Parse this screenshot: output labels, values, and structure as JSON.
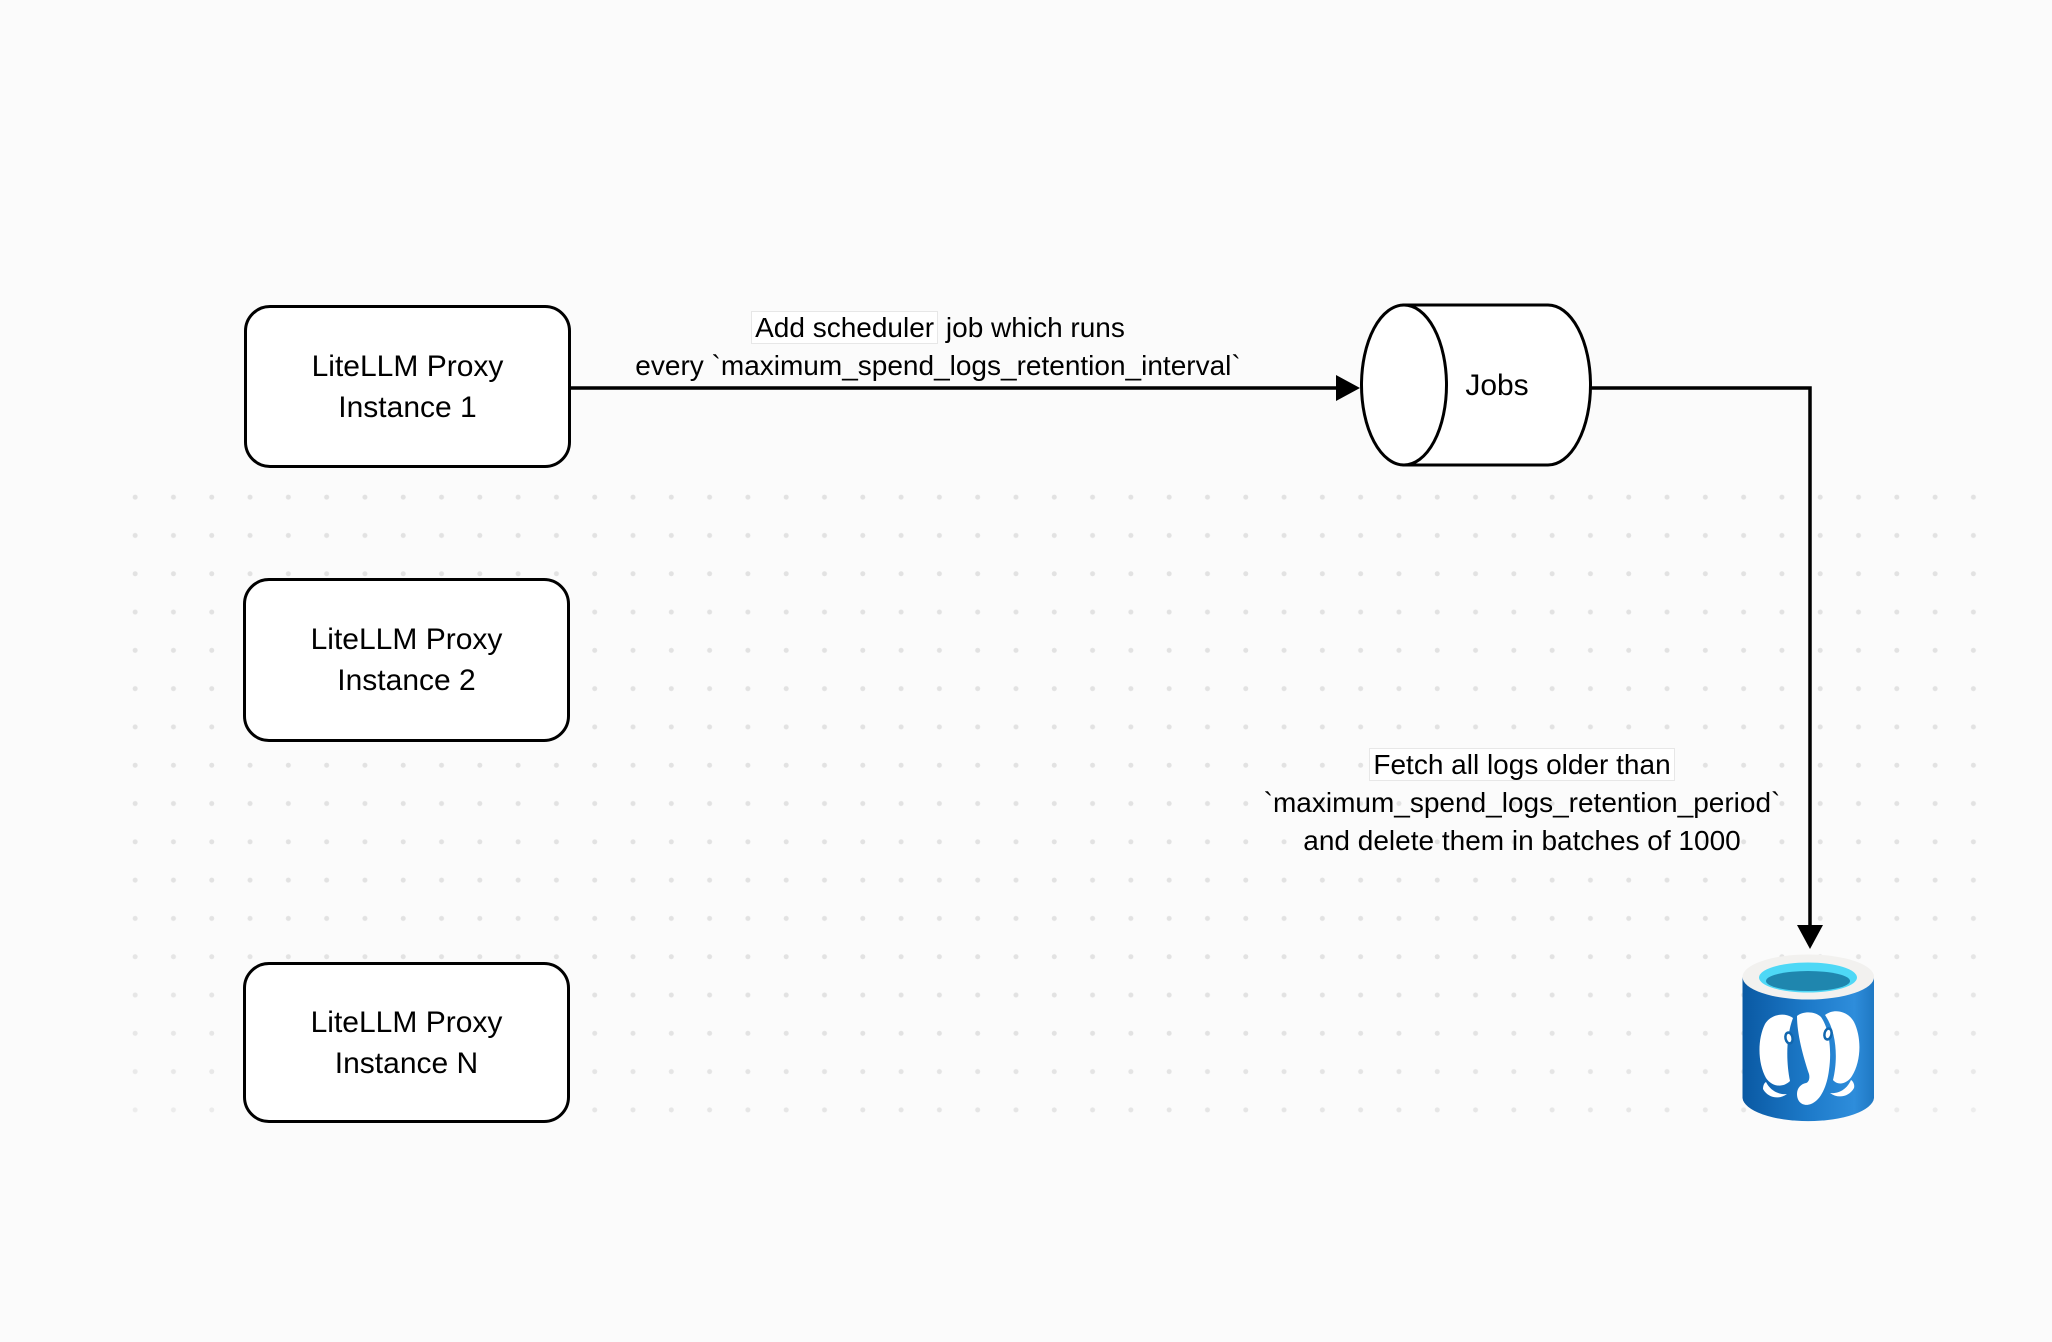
{
  "diagram": {
    "proxy_instances": [
      {
        "line1": "LiteLLM Proxy",
        "line2": "Instance 1"
      },
      {
        "line1": "LiteLLM Proxy",
        "line2": "Instance 2"
      },
      {
        "line1": "LiteLLM Proxy",
        "line2": "Instance N"
      }
    ],
    "jobs_queue": {
      "label": "Jobs"
    },
    "edge_scheduler": {
      "line1_highlight": "Add scheduler",
      "line1_rest": " job which runs",
      "line2": "every `maximum_spend_logs_retention_interval`"
    },
    "edge_fetch": {
      "line1": "Fetch all logs older than",
      "line2": "`maximum_spend_logs_retention_period`",
      "line3": "and delete them in batches of 1000"
    },
    "database": {
      "icon": "postgresql-database-icon"
    }
  },
  "colors": {
    "canvas_bg": "#fbfbfb",
    "grid_dot": "#e2e2e2",
    "stroke": "#000000",
    "node_fill": "#ffffff",
    "db_body_dark": "#0a59a3",
    "db_body_light": "#2e8ddb",
    "db_rim": "#f2f1ef",
    "db_cyan": "#4ed8f6",
    "db_pool": "#1f86ae",
    "elephant": "#ffffff"
  }
}
